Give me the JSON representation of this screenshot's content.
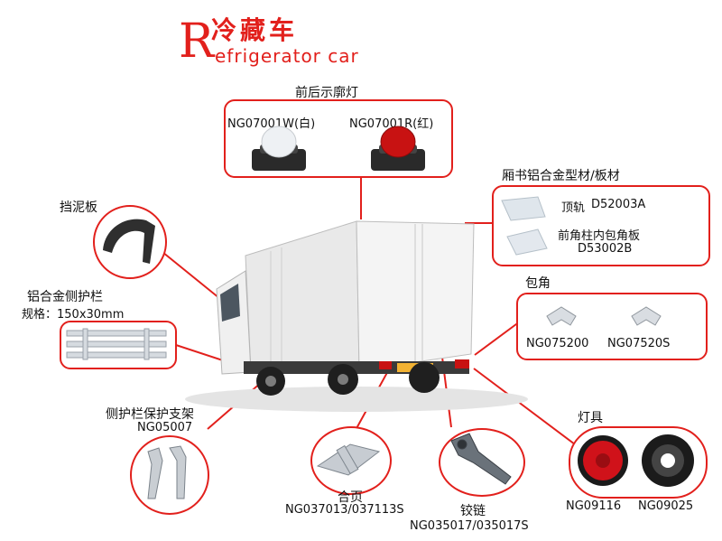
{
  "title": {
    "initial": "R",
    "cn": "冷藏车",
    "en": "efrigerator car"
  },
  "marker_lights": {
    "title": "前后示廓灯",
    "items": [
      {
        "code": "NG07001W(白)",
        "icon": "white-marker-light-icon"
      },
      {
        "code": "NG07001R(红)",
        "icon": "red-marker-light-icon"
      }
    ]
  },
  "profiles": {
    "title": "厢书铝合金型材/板材",
    "items": [
      {
        "name": "顶轨",
        "code": "D52003A",
        "icon": "top-rail-icon"
      },
      {
        "name": "前角柱内包角板",
        "code": "D53002B",
        "icon": "corner-plate-icon"
      }
    ]
  },
  "mudguard": {
    "title": "挡泥板",
    "icon": "mudguard-icon"
  },
  "side_guard": {
    "title": "铝合金侧护栏",
    "spec": "规格：150x30mm",
    "icon": "side-guard-rail-icon"
  },
  "corner_caps": {
    "title": "包角",
    "items": [
      {
        "code": "NG075200",
        "icon": "corner-cap-icon"
      },
      {
        "code": "NG07520S",
        "icon": "corner-cap-icon"
      }
    ]
  },
  "lamps": {
    "title": "灯具",
    "items": [
      {
        "code": "NG09116",
        "icon": "red-round-lamp-icon"
      },
      {
        "code": "NG09025",
        "icon": "black-lamp-housing-icon"
      }
    ]
  },
  "bracket": {
    "title": "侧护栏保护支架",
    "code": "NG05007",
    "icon": "guard-bracket-icon"
  },
  "hinge": {
    "title": "合页",
    "code": "NG037013/037113S",
    "icon": "hinge-icon"
  },
  "door_hinge": {
    "title": "铰链",
    "code": "NG035017/035017S",
    "icon": "door-hinge-icon"
  },
  "colors": {
    "accent": "#e2201c",
    "truck_body": "#f2f2f2"
  }
}
